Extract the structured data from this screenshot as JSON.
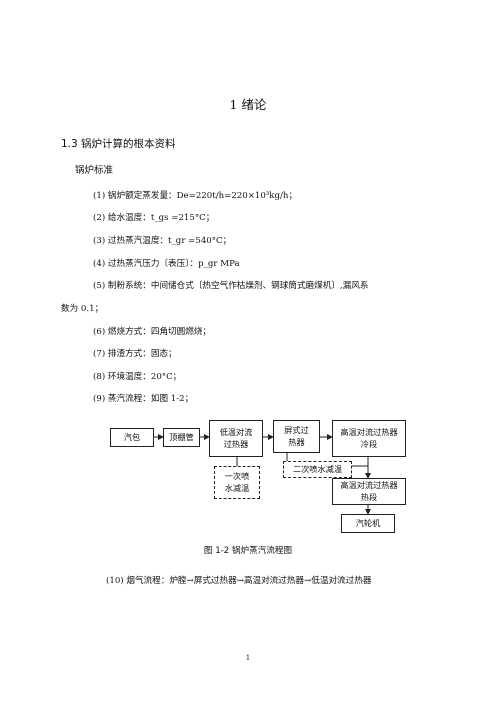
{
  "chapter_title": "1  绪论",
  "section_title": "1.3  锅炉计算的根本资料",
  "subheading": "锅炉标准",
  "items": [
    "(1)  锅炉额定蒸发量：De=220t/h=220×10³kg/h；",
    "(2)  给水温度：t_gs =215°C；",
    "(3)  过热蒸汽温度：t_gr =540°C；",
    "(4)  过热蒸汽压力〔表压〕：p_gr MPa",
    "(5)  制粉系统：中间储仓式〔热空气作枯燥剂、钢球筒式磨煤机〕,漏风系",
    "数为 0.1；",
    "(6)  燃烧方式：四角切圆燃烧；",
    "(7)  排渣方式：固态；",
    "(8)  环境温度：20°C；",
    "(9)  蒸汽流程：如图 1-2；"
  ],
  "flow": {
    "drum": "汽包",
    "roof_tubes": "顶棚管",
    "low_temp_sh": "低温对流过热器",
    "platen_sh": "屏式过热器",
    "ht_cold": "高温对流过热器冷段",
    "first_spray": "一次喷水减温",
    "second_spray": "二次喷水减温",
    "ht_hot": "高温对流过热器热段",
    "turbine": "汽轮机"
  },
  "figure_caption": "图 1-2   锅炉蒸汽流程图",
  "item10": "(10)  烟气流程：炉膛→屏式过热器→高温对流过热器→低温对流过热器",
  "page_number": "1"
}
